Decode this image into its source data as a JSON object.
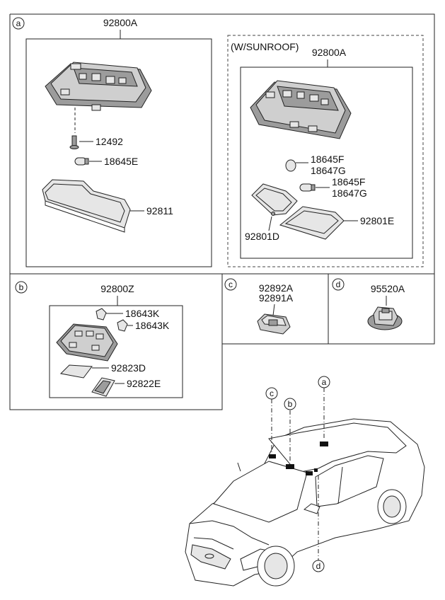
{
  "sections": {
    "a": {
      "badge": "a",
      "assembly_label": "92800A",
      "callouts": [
        "12492",
        "18645E",
        "92811"
      ],
      "sunroof": {
        "title": "(W/SUNROOF)",
        "assembly_label": "92800A",
        "callouts": [
          "18645F",
          "18647G",
          "18645F",
          "18647G",
          "92801E",
          "92801D"
        ]
      }
    },
    "b": {
      "badge": "b",
      "assembly_label": "92800Z",
      "callouts": [
        "18643K",
        "18643K",
        "92823D",
        "92822E"
      ]
    },
    "c": {
      "badge": "c",
      "labels": [
        "92892A",
        "92891A"
      ]
    },
    "d": {
      "badge": "d",
      "label": "95520A"
    }
  },
  "car_markers": [
    "c",
    "b",
    "a",
    "d"
  ]
}
